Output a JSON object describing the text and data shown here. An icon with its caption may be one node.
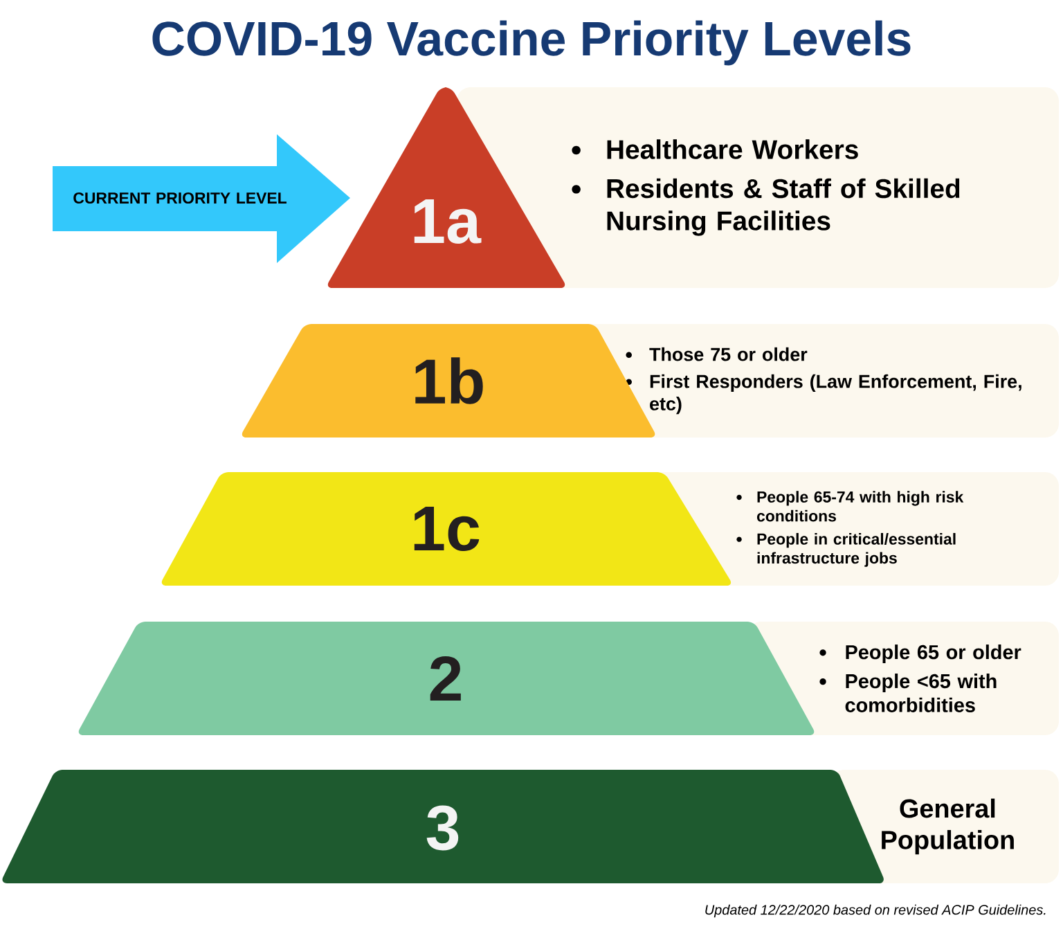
{
  "diagram": {
    "title": "COVID-19 Vaccine Priority Levels",
    "caption": "Updated 12/22/2020 based on revised ACIP Guidelines.",
    "nodes": [
      {
        "text": [
          "CURRENT PRIORITY LEVEL"
        ]
      },
      {
        "text": [
          "1a"
        ]
      },
      {
        "text": [
          "Healthcare Workers",
          "Residents & Staff of Skilled Nursing Facilities"
        ]
      },
      {
        "text": [
          "1b"
        ]
      },
      {
        "text": [
          "Those 75 or older",
          "First Responders (Law Enforcement, Fire, etc)"
        ]
      },
      {
        "text": [
          "1c"
        ]
      },
      {
        "text": [
          "People 65-74 with high risk conditions",
          "People in critical/essential infrastructure jobs"
        ]
      },
      {
        "text": [
          "2"
        ]
      },
      {
        "text": [
          "People 65 or older",
          "People <65 with comorbidities"
        ]
      },
      {
        "text": [
          "3"
        ]
      },
      {
        "text": [
          "General Population"
        ]
      }
    ]
  }
}
